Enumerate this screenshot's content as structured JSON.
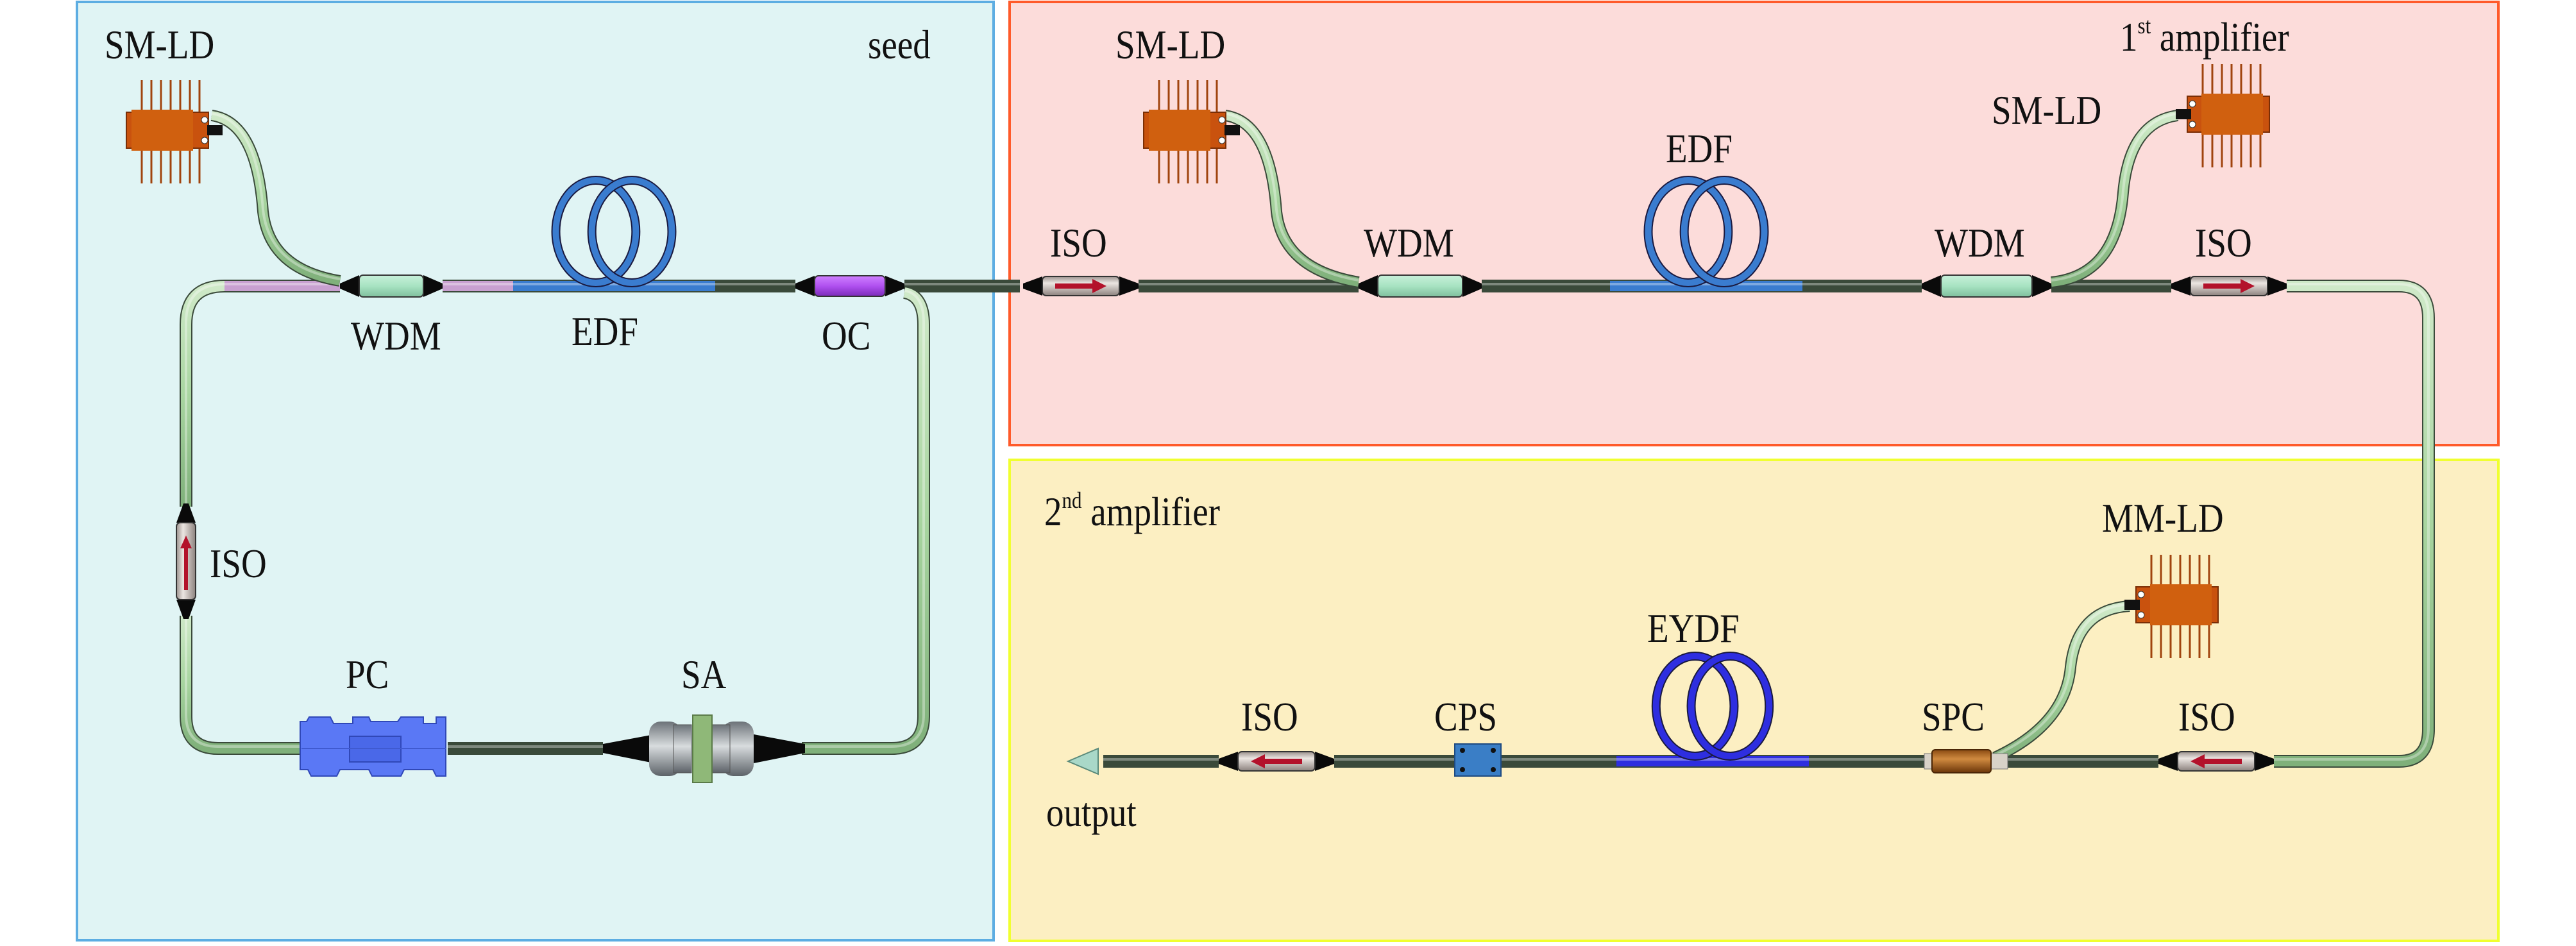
{
  "diagram": {
    "title": "Mode-locked fiber laser with two-stage amplification",
    "sections": {
      "seed": {
        "label": "seed",
        "fill": "#e0f4f4",
        "border": "#5dade2"
      },
      "amp1": {
        "label_num": "1",
        "label_sup": "st",
        "label_text": " amplifier",
        "fill": "#fcdcda",
        "border": "#ff5a2a"
      },
      "amp2": {
        "label_num": "2",
        "label_sup": "nd",
        "label_text": " amplifier",
        "fill": "#fcefc2",
        "border": "#f0ff30"
      }
    },
    "components": {
      "seed": {
        "pump": "SM-LD",
        "wdm": "WDM",
        "gain_fiber": "EDF",
        "coupler": "OC",
        "isolator": "ISO",
        "polarization_controller": "PC",
        "saturable_absorber": "SA"
      },
      "amp1": {
        "isolator_in": "ISO",
        "pump_forward": "SM-LD",
        "wdm_forward": "WDM",
        "gain_fiber": "EDF",
        "wdm_backward": "WDM",
        "pump_backward": "SM-LD",
        "isolator_out": "ISO"
      },
      "amp2": {
        "isolator_in": "ISO",
        "pump": "MM-LD",
        "combiner": "SPC",
        "gain_fiber": "EYDF",
        "stripper": "CPS",
        "isolator_out": "ISO",
        "output": "output"
      }
    },
    "colors": {
      "fiber": "#a8d5a0",
      "fiber_edge": "#2a3a2a",
      "edf": "#3a7ccf",
      "eydf": "#2e2ee0",
      "wdm_body": "#a7e3c2",
      "oc_body": "#b050f0",
      "pigtail_pink": "#c8a0d0",
      "iso_body": "#cfc2bd",
      "iso_arrow": "#b3122b",
      "ld_body": "#c9520e",
      "pc_body": "#5a78f5",
      "sa_plate": "#8fb878",
      "sa_metal": "#9aa0a6",
      "cps_body": "#3a7ec6",
      "spc_body": "#a8621c",
      "output_tip": "#a9d8c8"
    }
  }
}
